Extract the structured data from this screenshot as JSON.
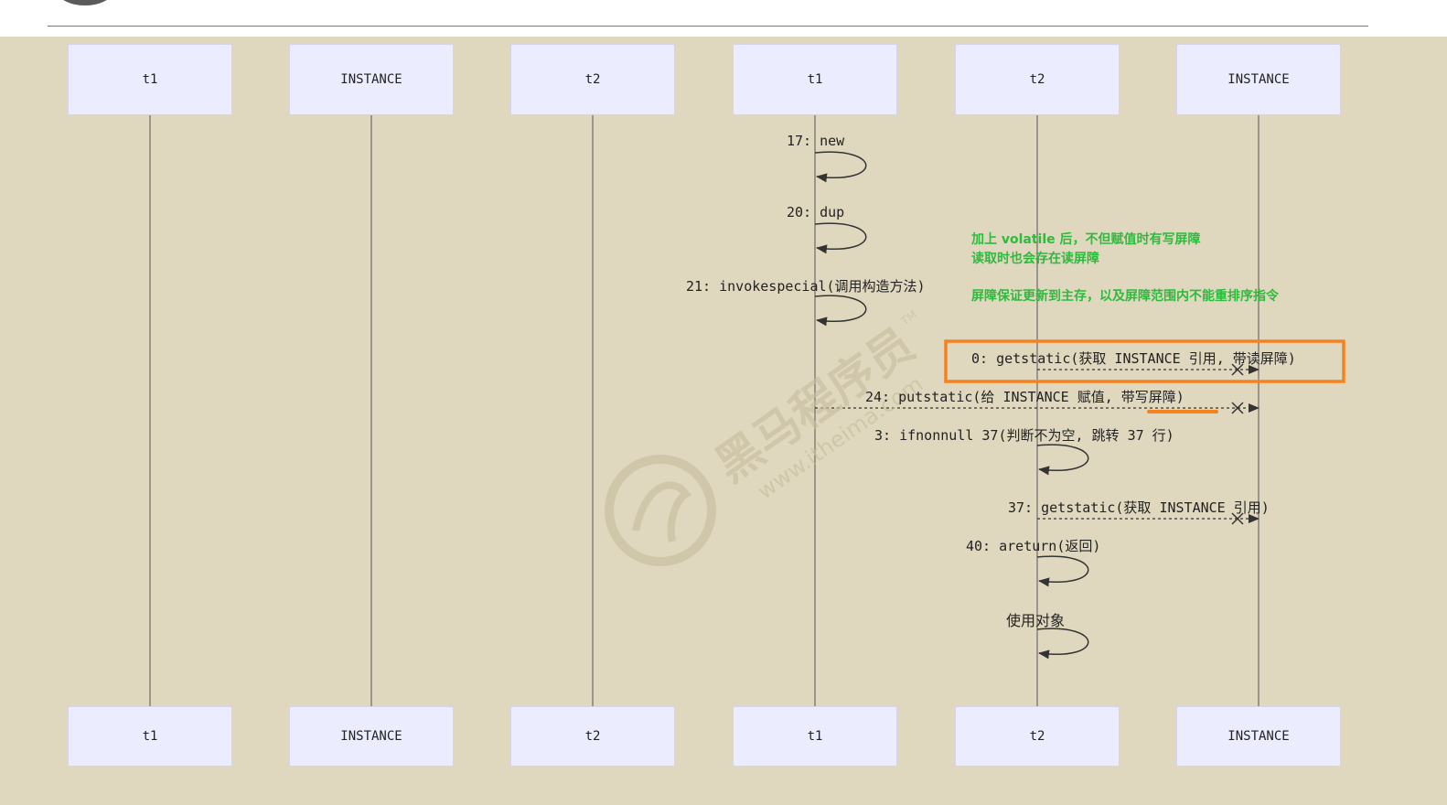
{
  "lifelines": {
    "top": [
      "t1",
      "INSTANCE",
      "t2",
      "t1",
      "t2",
      "INSTANCE"
    ],
    "bottom": [
      "t1",
      "INSTANCE",
      "t2",
      "t1",
      "t2",
      "INSTANCE"
    ]
  },
  "messages": [
    {
      "text": "17: new"
    },
    {
      "text": "20: dup"
    },
    {
      "text": "21: invokespecial(调用构造方法)"
    },
    {
      "text": "0: getstatic(获取 INSTANCE 引用, 带读屏障)"
    },
    {
      "text": "24: putstatic(给 INSTANCE 赋值, 带写屏障)"
    },
    {
      "text": "3: ifnonnull 37(判断不为空, 跳转 37 行)"
    },
    {
      "text": "37: getstatic(获取 INSTANCE 引用)"
    },
    {
      "text": "40: areturn(返回)"
    },
    {
      "text": "使用对象"
    }
  ],
  "notes": {
    "line1": "加上 volatile 后，不但赋值时有写屏障",
    "line2": "读取时也会存在读屏障",
    "line3": "屏障保证更新到主存，以及屏障范围内不能重排序指令"
  },
  "watermark": {
    "brand": "黑马程序员",
    "tm": "TM",
    "url": "www.itheima.com"
  },
  "colors": {
    "background": "#e0d8be",
    "actor_fill": "#ececff",
    "highlight_box": "#f5821f",
    "note_text": "#2dbb3d",
    "line": "#333333"
  }
}
